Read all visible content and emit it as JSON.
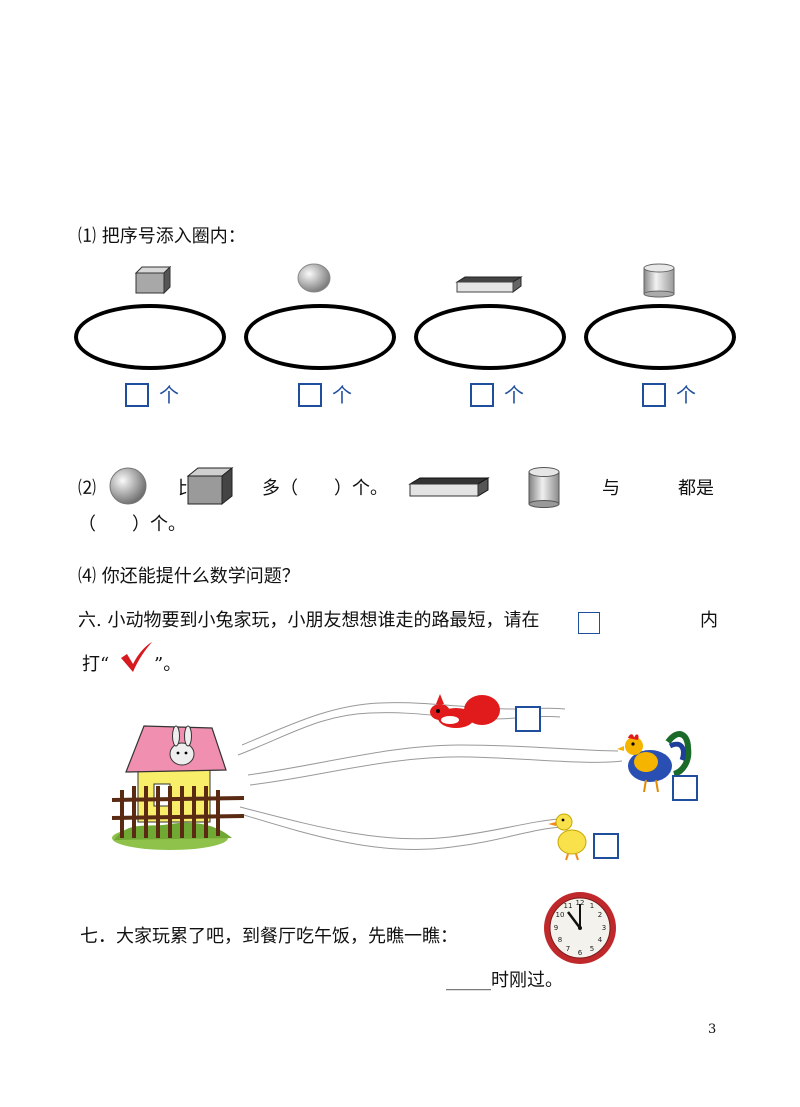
{
  "q1": {
    "title": "⑴ 把序号添入圈内：",
    "unit": "个",
    "groups": [
      {
        "shape": "cube"
      },
      {
        "shape": "sphere"
      },
      {
        "shape": "flat-box"
      },
      {
        "shape": "cylinder"
      }
    ]
  },
  "q2": {
    "prefix": "⑵",
    "bi": "比",
    "duo": "多（　　）个。",
    "yu": "与",
    "dou": "都是",
    "line2": "（　　）个。"
  },
  "q4": {
    "text": "⑷ 你还能提什么数学问题？"
  },
  "s6": {
    "line1a": "六. 小动物要到小兔家玩，小朋友想想谁走的路最短，请在",
    "line1b": "内",
    "line2a": "打“",
    "line2b": "”。"
  },
  "s7": {
    "text": "七．大家玩累了吧，到餐厅吃午饭，先瞧一瞧：",
    "answer": "_____时刚过。"
  },
  "page_number": "3",
  "colors": {
    "blue": "#1f4e9c",
    "check": "#d71920",
    "clock_rim": "#c0292b"
  }
}
